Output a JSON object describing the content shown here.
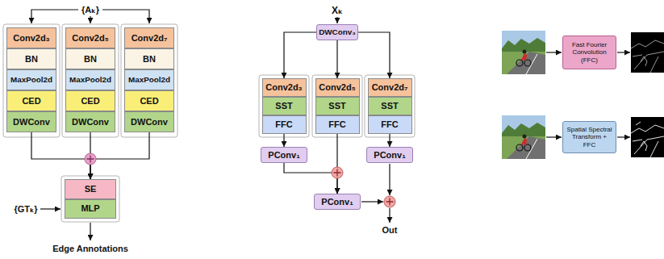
{
  "diagram": {
    "nodes": [
      {
        "text": [
          "Conv2d₃"
        ]
      },
      {
        "text": [
          "BN"
        ]
      },
      {
        "text": [
          "MaxPool2d"
        ]
      },
      {
        "text": [
          "CED"
        ]
      },
      {
        "text": [
          "DWConv"
        ]
      },
      {
        "text": [
          "Conv2d₅"
        ]
      },
      {
        "text": [
          "BN"
        ]
      },
      {
        "text": [
          "MaxPool2d"
        ]
      },
      {
        "text": [
          "CED"
        ]
      },
      {
        "text": [
          "DWConv"
        ]
      },
      {
        "text": [
          "Conv2d₇"
        ]
      },
      {
        "text": [
          "BN"
        ]
      },
      {
        "text": [
          "MaxPool2d"
        ]
      },
      {
        "text": [
          "CED"
        ]
      },
      {
        "text": [
          "DWConv"
        ]
      },
      {
        "text": [
          "SE"
        ]
      },
      {
        "text": [
          "MLP"
        ]
      },
      {
        "text": [
          "DWConv₃"
        ]
      },
      {
        "text": [
          "Conv2d₃"
        ]
      },
      {
        "text": [
          "SST"
        ]
      },
      {
        "text": [
          "FFC"
        ]
      },
      {
        "text": [
          "Conv2d₅"
        ]
      },
      {
        "text": [
          "SST"
        ]
      },
      {
        "text": [
          "FFC"
        ]
      },
      {
        "text": [
          "Conv2d₇"
        ]
      },
      {
        "text": [
          "SST"
        ]
      },
      {
        "text": [
          "FFC"
        ]
      },
      {
        "text": [
          "PConv₁"
        ]
      },
      {
        "text": [
          "PConv₁"
        ]
      },
      {
        "text": [
          "PConv₁"
        ]
      },
      {
        "text": [
          "Fast Fourier Convolution (FFC)"
        ]
      },
      {
        "text": [
          "Spatial Spectral Transform + FFC"
        ]
      }
    ],
    "edges": [
      {
        "from": 4,
        "to": 15,
        "arrow": "to"
      },
      {
        "from": 9,
        "to": 15,
        "arrow": "to"
      },
      {
        "from": 14,
        "to": 15,
        "arrow": "to"
      },
      {
        "from": 17,
        "to": 18,
        "arrow": "to"
      },
      {
        "from": 17,
        "to": 21,
        "arrow": "to"
      },
      {
        "from": 17,
        "to": 24,
        "arrow": "to"
      },
      {
        "from": 20,
        "to": 27,
        "arrow": "to"
      },
      {
        "from": 27,
        "to": 29,
        "arrow": "to"
      },
      {
        "from": 23,
        "to": 29,
        "arrow": "to"
      },
      {
        "from": 26,
        "to": 28,
        "arrow": "to"
      }
    ],
    "labels": [
      "{Aₖ}",
      "{GTₖ}",
      "Edge Annotations",
      "Xₖ",
      "Out"
    ]
  }
}
